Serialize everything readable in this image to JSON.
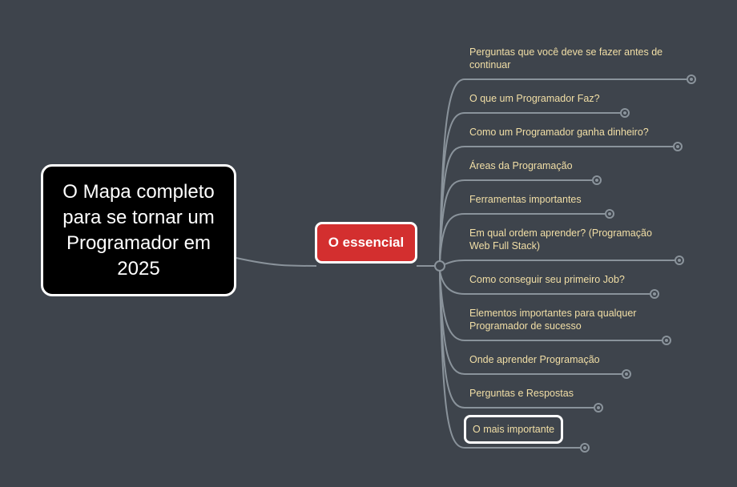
{
  "root": {
    "label": "O Mapa completo para se tornar um Programador em 2025"
  },
  "main": {
    "label": "O essencial",
    "color": "#d32f2f"
  },
  "topics": [
    {
      "label": "Perguntas que você deve se fazer antes de continuar"
    },
    {
      "label": "O que um Programador Faz?"
    },
    {
      "label": "Como um Programador ganha dinheiro?"
    },
    {
      "label": "Áreas da Programação"
    },
    {
      "label": "Ferramentas importantes"
    },
    {
      "label": "Em qual ordem aprender? (Programação Web Full Stack)"
    },
    {
      "label": "Como conseguir seu primeiro Job?"
    },
    {
      "label": "Elementos importantes para qualquer Programador de sucesso"
    },
    {
      "label": "Onde aprender Programação"
    },
    {
      "label": "Perguntas e Respostas"
    },
    {
      "label": "O mais importante"
    }
  ],
  "colors": {
    "background": "#3e444c",
    "line": "#8a939b",
    "topic_text": "#f2dfa6"
  }
}
